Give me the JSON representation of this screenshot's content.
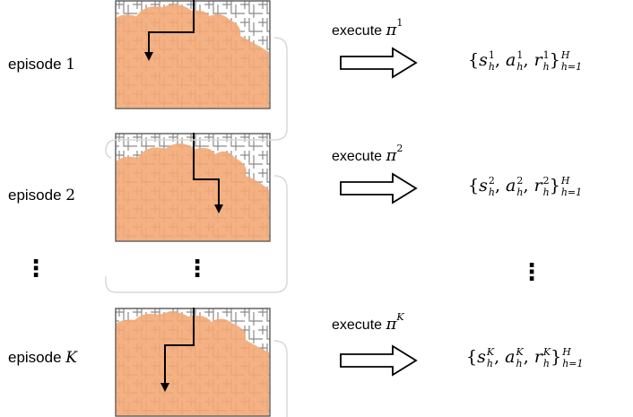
{
  "episodes": [
    {
      "label": "episode",
      "index": "1",
      "execute": "execute",
      "policy_sup": "1",
      "traj": {
        "s_sup": "1",
        "a_sup": "1",
        "r_sup": "1",
        "sub": "h",
        "upper": "H",
        "lower": "h=1"
      }
    },
    {
      "label": "episode",
      "index": "2",
      "execute": "execute",
      "policy_sup": "2",
      "traj": {
        "s_sup": "2",
        "a_sup": "2",
        "r_sup": "2",
        "sub": "h",
        "upper": "H",
        "lower": "h=1"
      }
    },
    {
      "label": "episode",
      "index": "K",
      "execute": "execute",
      "policy_sup": "K",
      "traj": {
        "s_sup": "K",
        "a_sup": "K",
        "r_sup": "K",
        "sub": "h",
        "upper": "H",
        "lower": "h=1"
      }
    }
  ],
  "policy_symbol": "π",
  "ellipsis": "⋮",
  "colors": {
    "explored": "#f4b183",
    "maze_line": "#7a7a7a",
    "arrow": "#000000",
    "bracket": "#d9d9d9"
  }
}
